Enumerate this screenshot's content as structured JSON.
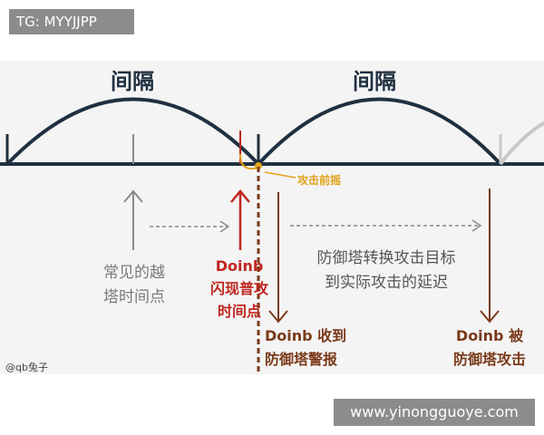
{
  "watermark_top": "TG: MYYJJPP",
  "watermark_bottom": "www.yinongguoye.com",
  "diagram": {
    "interval_label_1": "间隔",
    "interval_label_2": "间隔",
    "attack_swing_label": "攻击前摇",
    "common_dive_line1": "常见的越",
    "common_dive_line2": "塔时间点",
    "flash_line1": "Doinb",
    "flash_line2": "闪现普攻",
    "flash_line3": "时间点",
    "alert_line1": "Doinb 收到",
    "alert_line2": "防御塔警报",
    "delay_line1": "防御塔转换攻击目标",
    "delay_line2": "到实际攻击的延迟",
    "hit_line1": "Doinb 被",
    "hit_line2": "防御塔攻击",
    "credit": "@qb兔子"
  },
  "colors": {
    "arc": "#1f3040",
    "red": "#c0261f",
    "brown": "#7a3a1a",
    "gold": "#e0a318",
    "gray": "#8a8a8a"
  }
}
